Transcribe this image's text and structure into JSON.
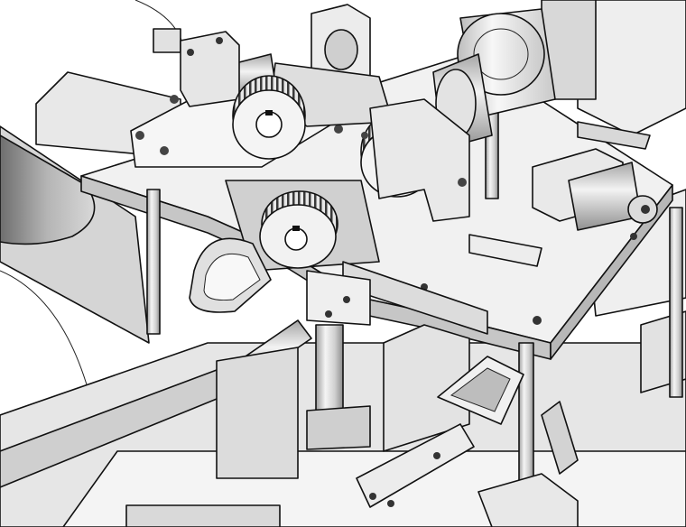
{
  "view": {
    "description_free": true,
    "palette": {
      "background": "#ffffff",
      "face_light": "#f3f3f3",
      "face_mid": "#dcdcdc",
      "face_dark": "#b9b9b9",
      "shadow": "#9a9a9a",
      "edge": "#111111"
    }
  },
  "components": {
    "top_plate": "mounting-plate",
    "pulleys": [
      "timing-pulley-left",
      "timing-pulley-right",
      "timing-pulley-lower"
    ],
    "shafts": [
      "drive-shaft-upper",
      "drive-shaft-coupling"
    ],
    "columns": [
      "support-column-left",
      "support-column-mid",
      "support-column-right"
    ],
    "cylinders": [
      "pneumatic-cylinder-left",
      "pneumatic-cylinder-right"
    ]
  }
}
